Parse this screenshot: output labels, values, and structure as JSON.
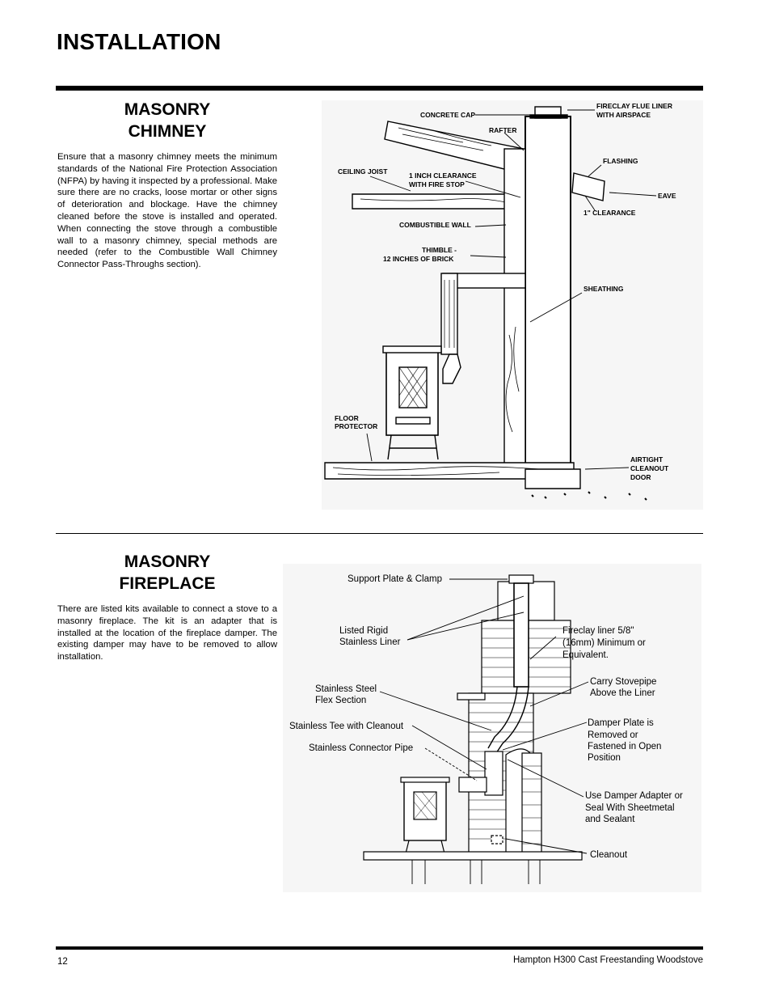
{
  "page_title": "INSTALLATION",
  "chimney": {
    "heading_line1": "MASONRY",
    "heading_line2": "CHIMNEY",
    "body": "Ensure that a masonry chimney meets the minimum standards of the National Fire Protection Association (NFPA) by having it inspected by a professional. Make sure there are no cracks, loose mortar or other signs of deterioration and blockage. Have the chimney cleaned before the stove is installed and operated. When connecting the stove through a combustible wall to a masonry chimney, special methods are needed (refer to the Combustible Wall Chimney Connector  Pass-Throughs section).",
    "labels": {
      "concrete_cap": "CONCRETE CAP",
      "fireclay_liner_1": "FIRECLAY FLUE LINER",
      "fireclay_liner_2": "WITH AIRSPACE",
      "rafter": "RAFTER",
      "flashing": "FLASHING",
      "ceiling_joist": "CEILING JOIST",
      "clearance_1": "1 INCH CLEARANCE",
      "clearance_2": "WITH FIRE STOP",
      "eave": "EAVE",
      "one_inch_clearance": "1\" CLEARANCE",
      "combustible_wall": "COMBUSTIBLE WALL",
      "thimble_1": "THIMBLE -",
      "thimble_2": "12 INCHES OF BRICK",
      "sheathing": "SHEATHING",
      "floor_protector_1": "FLOOR",
      "floor_protector_2": "PROTECTOR",
      "cleanout_1": "AIRTIGHT",
      "cleanout_2": "CLEANOUT",
      "cleanout_3": "DOOR"
    }
  },
  "fireplace": {
    "heading_line1": "MASONRY",
    "heading_line2": "FIREPLACE",
    "body": "There are listed kits available to connect a stove to a masonry fireplace. The kit is an adapter that is installed at the location of the fireplace damper. The existing damper may have to be removed to allow installation.",
    "labels": {
      "support_plate": "Support Plate & Clamp",
      "rigid_liner_1": "Listed Rigid",
      "rigid_liner_2": "Stainless Liner",
      "fireclay_1": "Fireclay liner 5/8\"",
      "fireclay_2": "(16mm) Minimum or",
      "fireclay_3": "Equivalent.",
      "flex_1": "Stainless Steel",
      "flex_2": "Flex Section",
      "carry_1": "Carry Stovepipe",
      "carry_2": "Above the Liner",
      "tee": "Stainless Tee with Cleanout",
      "damper_1": "Damper Plate is",
      "damper_2": "Removed or",
      "damper_3": "Fastened in Open",
      "damper_4": "Position",
      "connector": "Stainless Connector Pipe",
      "adapter_1": "Use Damper Adapter or",
      "adapter_2": "Seal With Sheetmetal",
      "adapter_3": "and Sealant",
      "cleanout": "Cleanout"
    }
  },
  "footer": {
    "page_number": "12",
    "document_title": "Hampton H300 Cast Freestanding Woodstove"
  }
}
